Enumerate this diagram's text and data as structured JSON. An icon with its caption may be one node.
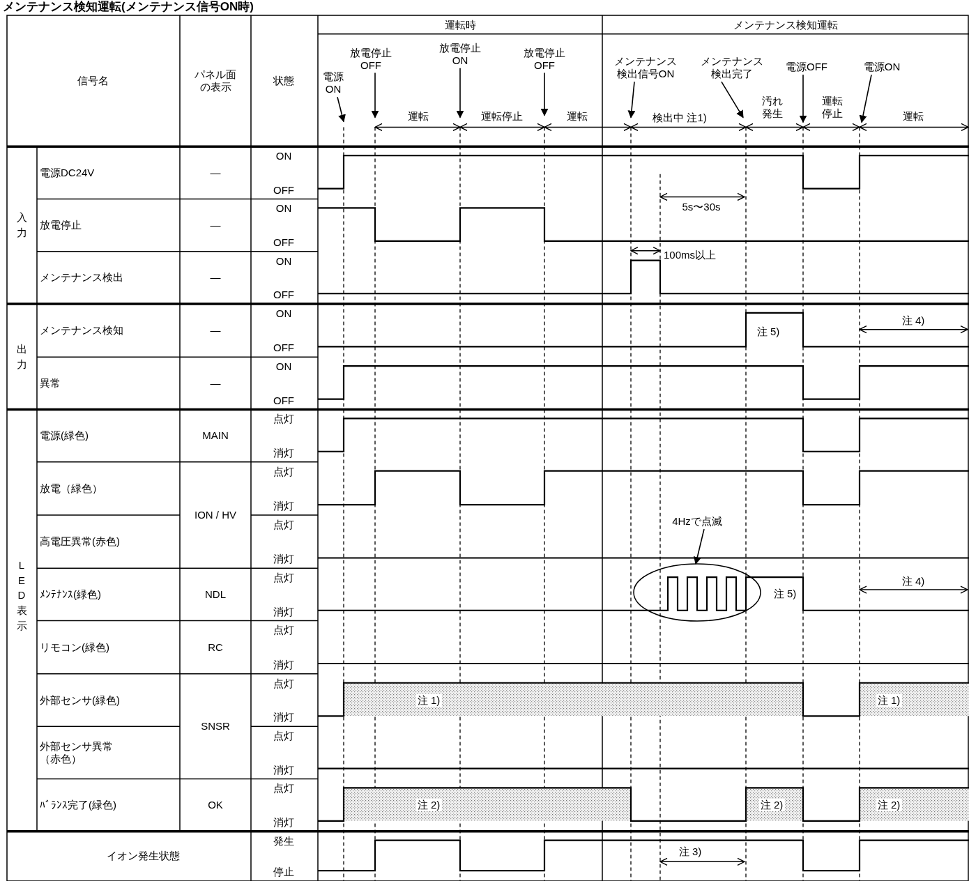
{
  "diagram": {
    "title": "メンテナンス検知運転(メンテナンス信号ON時)",
    "nodes": [
      {
        "text": [
          "電源ON"
        ]
      },
      {
        "text": [
          "放電停止OFF"
        ]
      },
      {
        "text": [
          "放電停止ON"
        ]
      },
      {
        "text": [
          "放電停止OFF"
        ]
      },
      {
        "text": [
          "メンテナンス検出信号ON"
        ]
      },
      {
        "text": [
          "メンテナンス検出完了"
        ]
      },
      {
        "text": [
          "電源OFF"
        ]
      },
      {
        "text": [
          "電源ON"
        ]
      },
      {
        "text": [
          "4Hzで点滅"
        ]
      },
      {
        "text": [],
        "shape": "ellipse"
      }
    ],
    "edges": [
      {
        "from": 0,
        "to": null,
        "arrow": "to"
      },
      {
        "from": 1,
        "to": null,
        "arrow": "to"
      },
      {
        "from": 2,
        "to": null,
        "arrow": "to"
      },
      {
        "from": 3,
        "to": null,
        "arrow": "to"
      },
      {
        "from": 4,
        "to": null,
        "arrow": "to"
      },
      {
        "from": 5,
        "to": null,
        "arrow": "to"
      },
      {
        "from": 6,
        "to": null,
        "arrow": "to"
      },
      {
        "from": 7,
        "to": null,
        "arrow": "to"
      },
      {
        "from": 8,
        "to": 9,
        "arrow": "to"
      }
    ],
    "labels": [
      "信号名",
      "パネル面の表示",
      "状態",
      "運転時",
      "メンテナンス検知運転",
      "運転",
      "運転停止",
      "運転",
      "検出中 注1)",
      "汚れ発生",
      "運転停止",
      "運転",
      "入力",
      "電源DC24V",
      "—",
      "ON",
      "OFF",
      "放電停止",
      "—",
      "ON",
      "OFF",
      "メンテナンス検出",
      "—",
      "ON",
      "OFF",
      "5s〜30s",
      "100ms以上",
      "出力",
      "メンテナンス検知",
      "—",
      "ON",
      "OFF",
      "注 5)",
      "注 4)",
      "異常",
      "—",
      "ON",
      "OFF",
      "LED表示",
      "電源(緑色)",
      "MAIN",
      "点灯",
      "消灯",
      "放電（緑色）",
      "ION / HV",
      "点灯",
      "消灯",
      "高電圧異常(赤色)",
      "点灯",
      "消灯",
      "ﾒﾝﾃﾅﾝｽ(緑色)",
      "NDL",
      "点灯",
      "消灯",
      "注 5)",
      "注 4)",
      "リモコン(緑色)",
      "RC",
      "点灯",
      "消灯",
      "外部センサ(緑色)",
      "SNSR",
      "点灯",
      "消灯",
      "注 1)",
      "注 1)",
      "外部センサ異常（赤色）",
      "点灯",
      "消灯",
      "ﾊﾞﾗﾝｽ完了(緑色)",
      "OK",
      "点灯",
      "消灯",
      "注 2)",
      "注 2)",
      "注 2)",
      "イオン発生状態",
      "発生",
      "停止",
      "注 3)"
    ]
  }
}
